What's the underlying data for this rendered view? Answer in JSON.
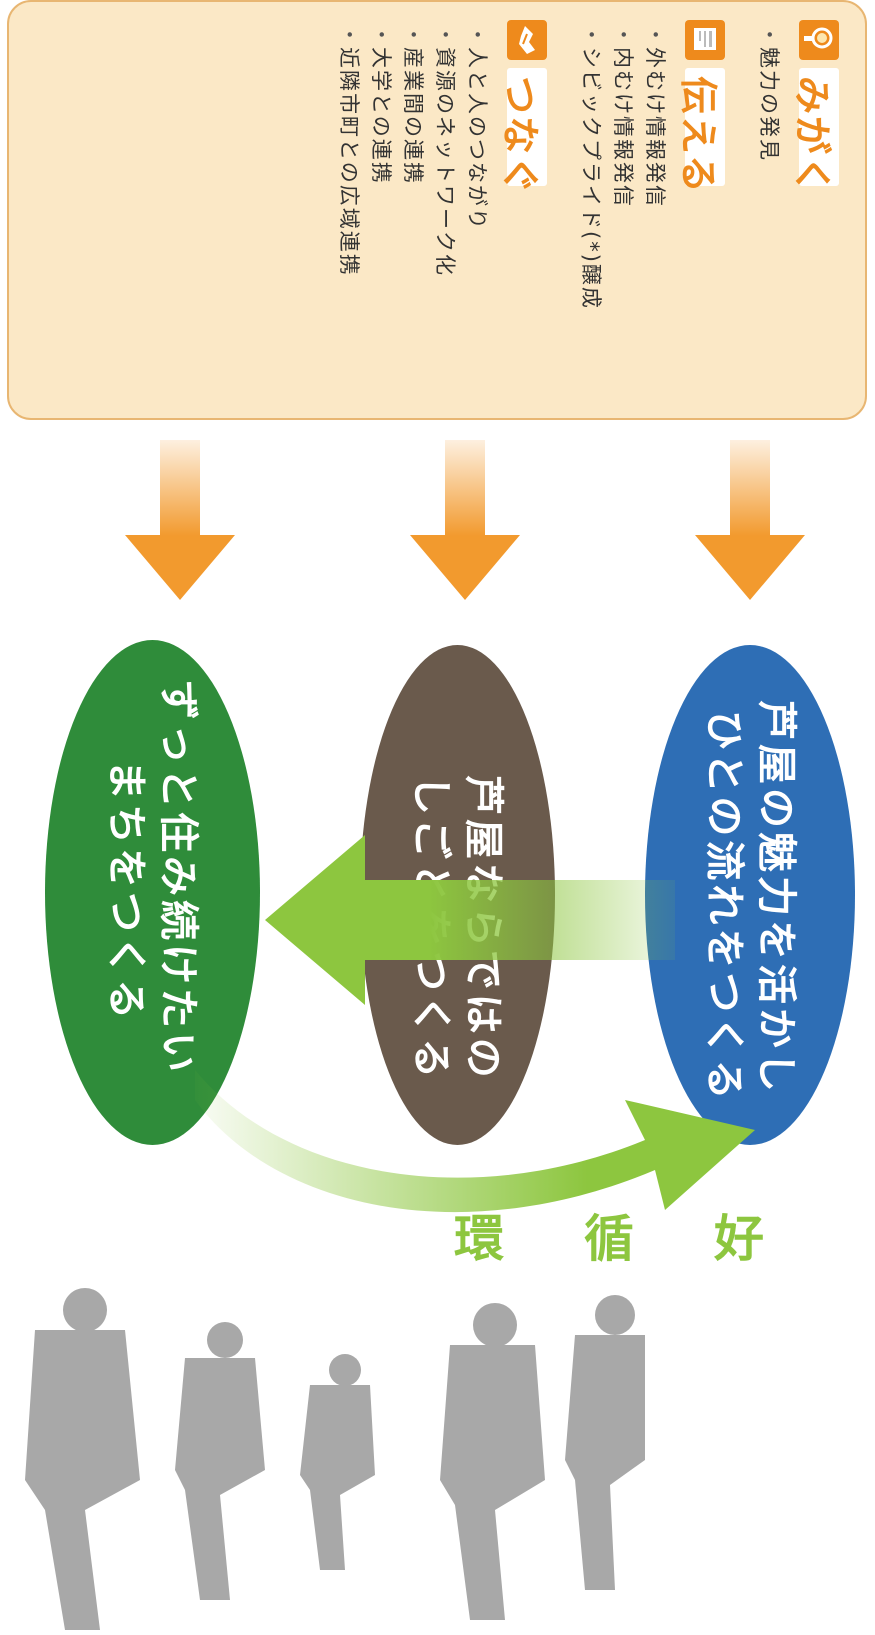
{
  "panel": {
    "sections": [
      {
        "title": "みがく",
        "icon": "magnifier-icon",
        "items": [
          "魅力の発見"
        ]
      },
      {
        "title": "伝える",
        "icon": "newspaper-icon",
        "items": [
          "外むけ情報発信",
          "内むけ情報発信",
          "シビックプライド(*)醸成"
        ]
      },
      {
        "title": "つなぐ",
        "icon": "handshake-icon",
        "items": [
          "人と人のつながり",
          "資源のネットワーク化",
          "産業間の連携",
          "大学との連携",
          "近隣市町との広域連携"
        ]
      }
    ]
  },
  "ellipses": [
    {
      "lines": [
        "芦屋の魅力を活かし",
        "ひとの流れをつくる"
      ],
      "color": "#2e6eb5"
    },
    {
      "lines": [
        "芦屋ならではの",
        "しごとをつくる"
      ],
      "color": "#6a5a4c"
    },
    {
      "lines": [
        "ずっと住み続けたい",
        "まちをつくる"
      ],
      "color": "#2f8c3a"
    }
  ],
  "cycle_label": {
    "chars": [
      "好",
      "循",
      "環"
    ]
  },
  "colors": {
    "panel_bg": "#fbe8c6",
    "accent_orange": "#f29a2e",
    "accent_green": "#8dc63f",
    "silhouette": "#a8a8a8"
  }
}
